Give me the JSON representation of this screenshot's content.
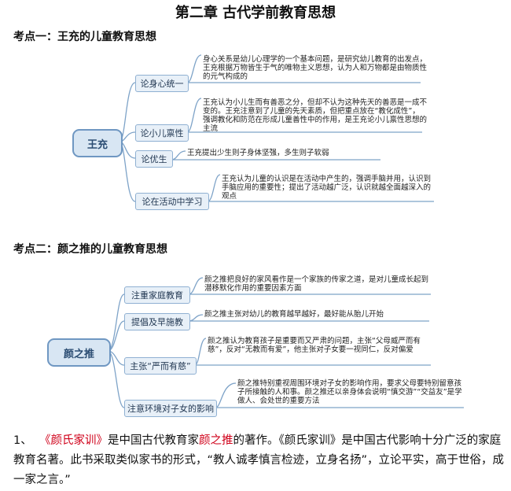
{
  "title": "第二章  古代学前教育思想",
  "section1": {
    "heading": "考点一：王充的儿童教育思想",
    "root": "王充",
    "branches": [
      {
        "label": "论身心统一",
        "desc": "身心关系是幼儿心理学的一个基本问题，是研究幼儿教育的出发点，王充根据万物皆生于气的唯物主义思想，认为人和万物都是由物质性的元气构成的"
      },
      {
        "label": "论小儿禀性",
        "desc": "王充认为小儿生而有善恶之分，但却不认为这种先天的善恶是一成不变的。王充注意到了儿童的先天素质，但把重点放在“教化成性”，强调教化和防范在形成儿童善性中的作用，是王充论小儿禀性思想的主流"
      },
      {
        "label": "论优生",
        "desc": "王充提出少生则子身体坚强，多生则子软弱"
      },
      {
        "label": "论在活动中学习",
        "desc": "王充认为儿童的认识是在活动中产生的，强调手脑并用，认识到手脑应用的重要性；提出了活动越广泛，认识就越全面越深入的观点"
      }
    ]
  },
  "section2": {
    "heading": "考点二：颜之推的儿童教育思想",
    "root": "颜之推",
    "branches": [
      {
        "label": "注重家庭教育",
        "desc": "颜之推把良好的家风看作是一个家族的传家之道，是对儿童成长起到潜移默化作用的重要因素方面"
      },
      {
        "label": "提倡及早施教",
        "desc": "颜之推主张对幼儿的教育越早越好，最好能从胎儿开始"
      },
      {
        "label": "主张“严而有慈”",
        "desc": "颜之推认为教育孩子是重要而又严肃的问题，主张“父母威严而有慈”，反对“无教而有爱”，他主张对子女要一视同仁，反对偏爱"
      },
      {
        "label": "注意环境对子女的影响",
        "desc": "颜之推特别重视周围环境对子女的影响作用，要求父母要特别留意孩子所接触的人和事。颜之推还以亲身体会说明“慎交游”“交益友”是学做人、会处世的重要方法"
      }
    ]
  },
  "paragraph": {
    "num": "1、",
    "seg1": "《颜氏家训》",
    "seg2": "是中国古代教育家",
    "seg3": "颜之推",
    "seg4": "的著作。《颜氏家训》是中国古代影响十分广泛的家庭教育名著。此书采取类似家书的形式，“教人诚孝慎言检迹，立身名扬”，立论平实，高于世俗，成一家之言。”"
  }
}
